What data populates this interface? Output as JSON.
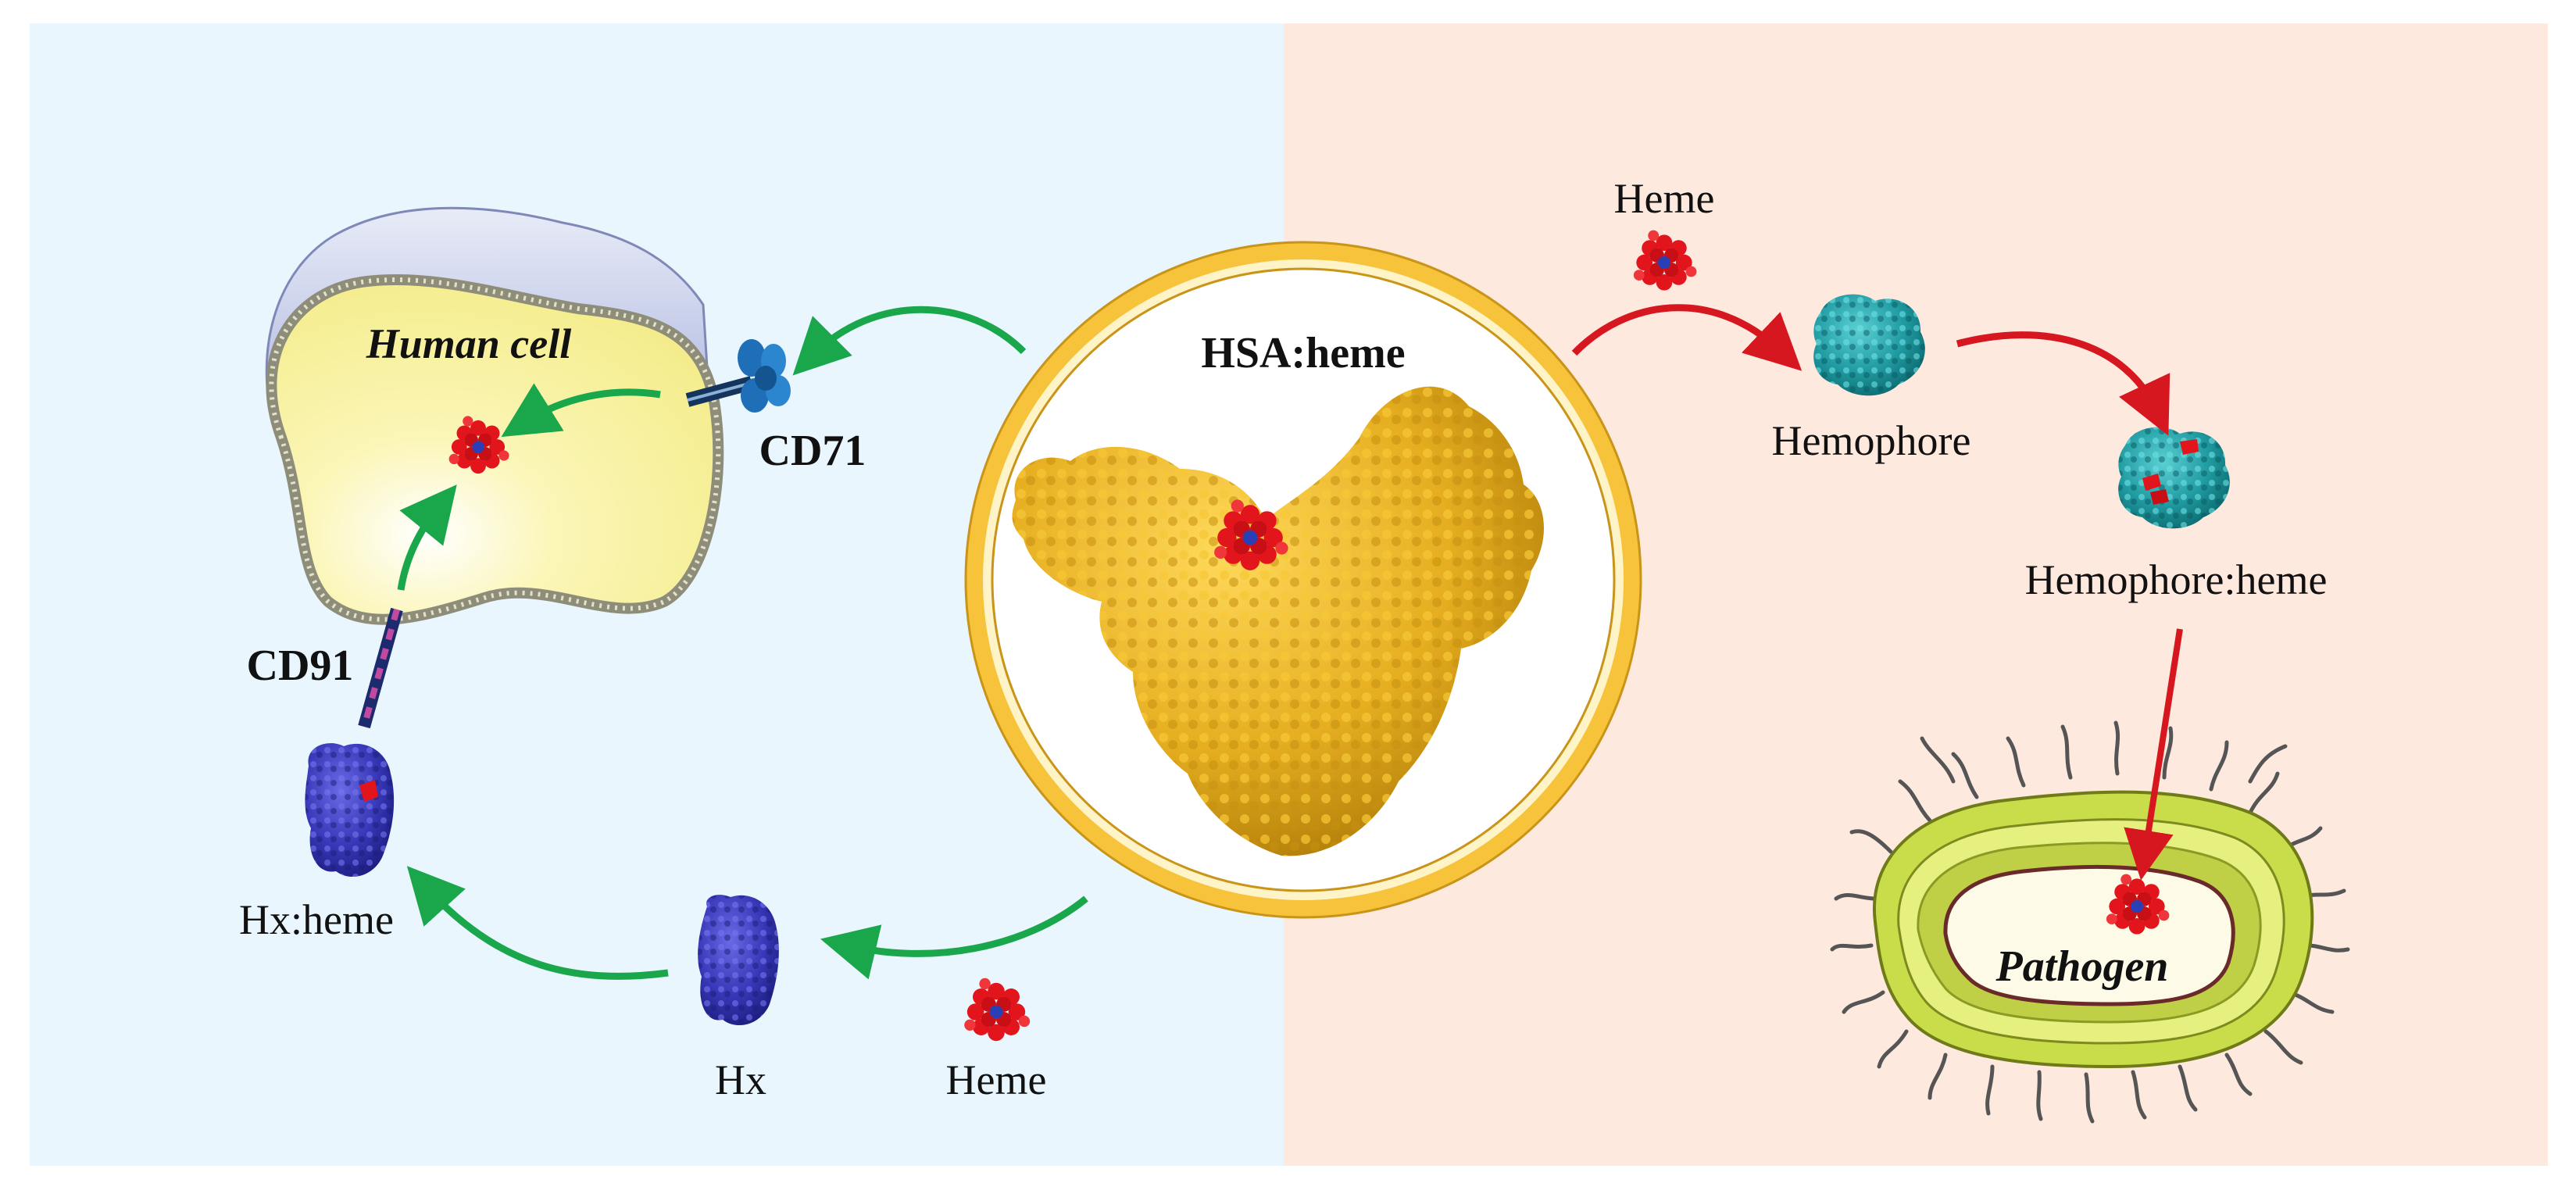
{
  "labels": {
    "hsa_heme": "HSA:heme",
    "human_cell": "Human cell",
    "cd71": "CD71",
    "cd91": "CD91",
    "hx_heme": "Hx:heme",
    "hx": "Hx",
    "heme_left": "Heme",
    "heme_top": "Heme",
    "hemophore": "Hemophore",
    "hemophore_heme": "Hemophore:heme",
    "pathogen": "Pathogen"
  },
  "colors": {
    "left_panel_bg": "#e9f6fd",
    "right_panel_bg": "#fde9de",
    "green_arrow": "#1aa64a",
    "red_arrow": "#d7171f",
    "hsa_gold": "#e0ac1c",
    "hx_blue": "#3434b4",
    "hemophore_teal": "#1f9aa0",
    "heme_red": "#e3151c",
    "heme_center_blue": "#2a3fb5"
  },
  "icons": [
    "heme-molecule-icon",
    "protein-surface-icon",
    "receptor-icon",
    "cell-icon",
    "bacterium-icon"
  ]
}
